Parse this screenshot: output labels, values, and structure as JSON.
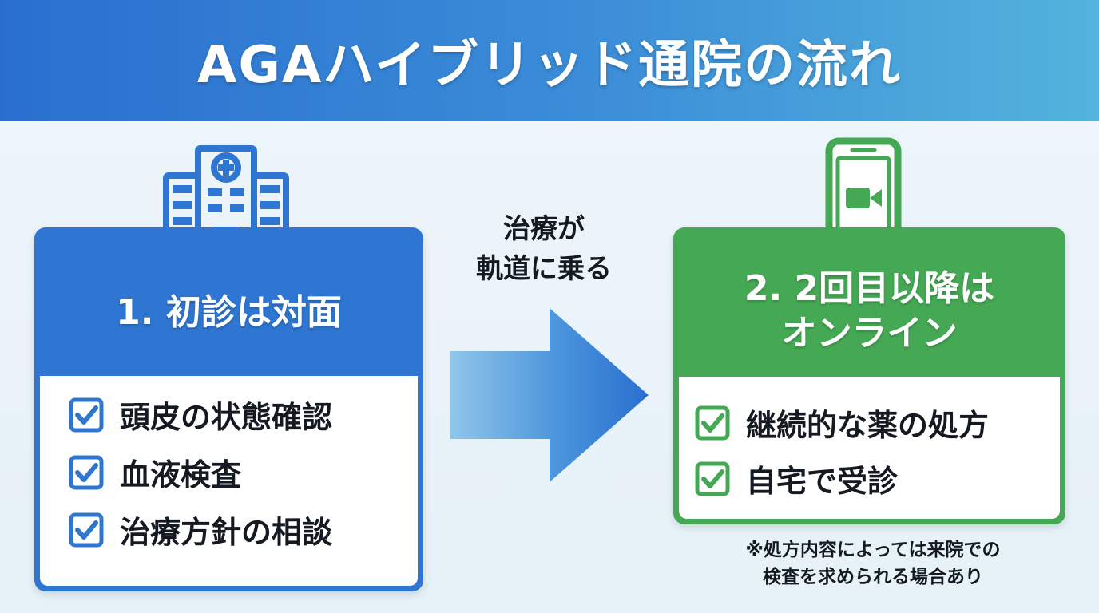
{
  "header": {
    "title": "AGAハイブリッド通院の流れ"
  },
  "colors": {
    "header_start": "#2a6fd0",
    "header_end": "#54b3dc",
    "blue_card": "#2f76d2",
    "green_card": "#45a854"
  },
  "left_card": {
    "icon": "hospital-icon",
    "title": "1. 初診は対面",
    "items": [
      "頭皮の状態確認",
      "血液検査",
      "治療方針の相談"
    ]
  },
  "arrow": {
    "icon": "arrow-right-icon",
    "label_line1": "治療が",
    "label_line2": "軌道に乗る"
  },
  "right_card": {
    "icon": "smartphone-video-icon",
    "title_line1": "2. 2回目以降は",
    "title_line2": "オンライン",
    "items": [
      "継続的な薬の処方",
      "自宅で受診"
    ]
  },
  "note": {
    "line1": "※処方内容によっては来院での",
    "line2": "検査を求められる場合あり"
  }
}
